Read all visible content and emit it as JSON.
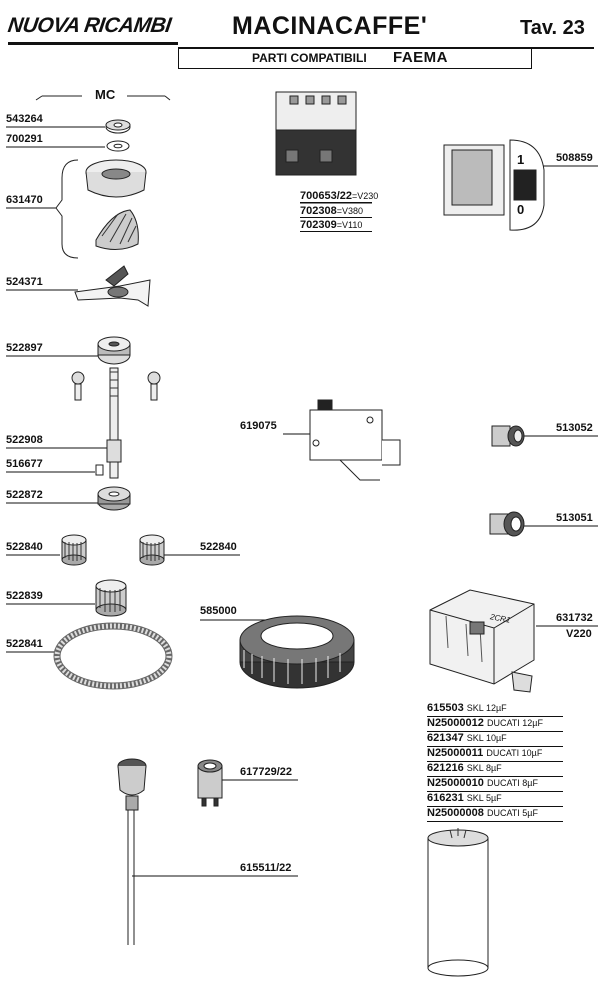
{
  "header": {
    "brand": "NUOVA RICAMBI",
    "title": "MACINACAFFE'",
    "table_number": "Tav. 23",
    "subtitle": "PARTI COMPATIBILI",
    "manufacturer": "FAEMA"
  },
  "group_label": "MC",
  "parts": {
    "p543264": "543264",
    "p700291": "700291",
    "p631470": "631470",
    "p524371": "524371",
    "p522897": "522897",
    "p522908": "522908",
    "p516677": "516677",
    "p522872": "522872",
    "p522840a": "522840",
    "p522840b": "522840",
    "p522839": "522839",
    "p522841": "522841",
    "p585000": "585000",
    "p617729": "617729/22",
    "p615511": "615511/22",
    "p619075": "619075",
    "p513052": "513052",
    "p513051": "513051",
    "p508859": "508859",
    "p631732": "631732",
    "p631732_voltage": "V220"
  },
  "contactor": [
    {
      "code": "700653/22",
      "spec": "=V230"
    },
    {
      "code": "702308",
      "spec": "=V380"
    },
    {
      "code": "702309",
      "spec": "=V110"
    }
  ],
  "capacitors": [
    {
      "code": "615503",
      "spec": "SKL 12µF"
    },
    {
      "code": "N25000012",
      "spec": "DUCATI 12µF"
    },
    {
      "code": "621347",
      "spec": "SKL 10µF"
    },
    {
      "code": "N25000011",
      "spec": "DUCATI 10µF"
    },
    {
      "code": "621216",
      "spec": "SKL 8µF"
    },
    {
      "code": "N25000010",
      "spec": "DUCATI 8µF"
    },
    {
      "code": "616231",
      "spec": "SKL 5µF"
    },
    {
      "code": "N25000008",
      "spec": "DUCATI 5µF"
    }
  ],
  "switch_marks": {
    "on": "1",
    "off": "0"
  },
  "relay_label": "2CR1"
}
